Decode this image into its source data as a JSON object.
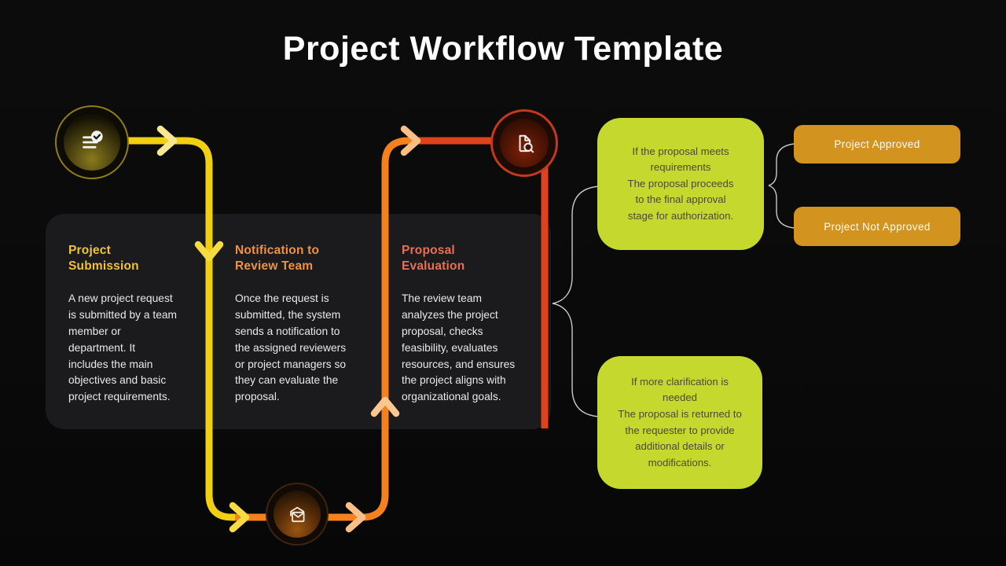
{
  "slide": {
    "title": "Project Workflow Template"
  },
  "steps": [
    {
      "title": "Project\nSubmission",
      "body": "A new project request\nis submitted by a team\nmember or\ndepartment. It\nincludes the main\nobjectives and basic\nproject requirements.",
      "accent": "#F0C437",
      "icon": "checklist-icon"
    },
    {
      "title": "Notification to\nReview Team",
      "body": "Once the request is\nsubmitted, the system\nsends a notification to\nthe assigned reviewers\nor project managers so\nthey can evaluate the\nproposal.",
      "accent": "#F0913F",
      "icon": "envelope-icon"
    },
    {
      "title": "Proposal\nEvaluation",
      "body": "The review team\nanalyzes the project\nproposal, checks\nfeasibility, evaluates\nresources, and ensures\nthe project aligns with\norganizational goals.",
      "accent": "#E96F54",
      "icon": "document-search-icon"
    }
  ],
  "outcomes": [
    {
      "text": "If the proposal meets\nrequirements\nThe proposal proceeds\nto the final approval\nstage for authorization."
    },
    {
      "text": "If more clarification is\nneeded\nThe proposal is returned to\nthe requester to provide\nadditional details or\nmodifications."
    }
  ],
  "decisions": [
    {
      "label": "Project Approved"
    },
    {
      "label": "Project Not Approved"
    }
  ],
  "colors": {
    "background": "#0A0A0A",
    "panel": "#1B1B1E",
    "yellow_line": "#F1D013",
    "orange_line": "#F5811E",
    "red_line": "#E0421E",
    "lime": "#C5D82E",
    "lime_text": "#4A4A33",
    "amber": "#D2941F",
    "brace": "#C9C9C9",
    "body_text": "#E9E9EB"
  }
}
